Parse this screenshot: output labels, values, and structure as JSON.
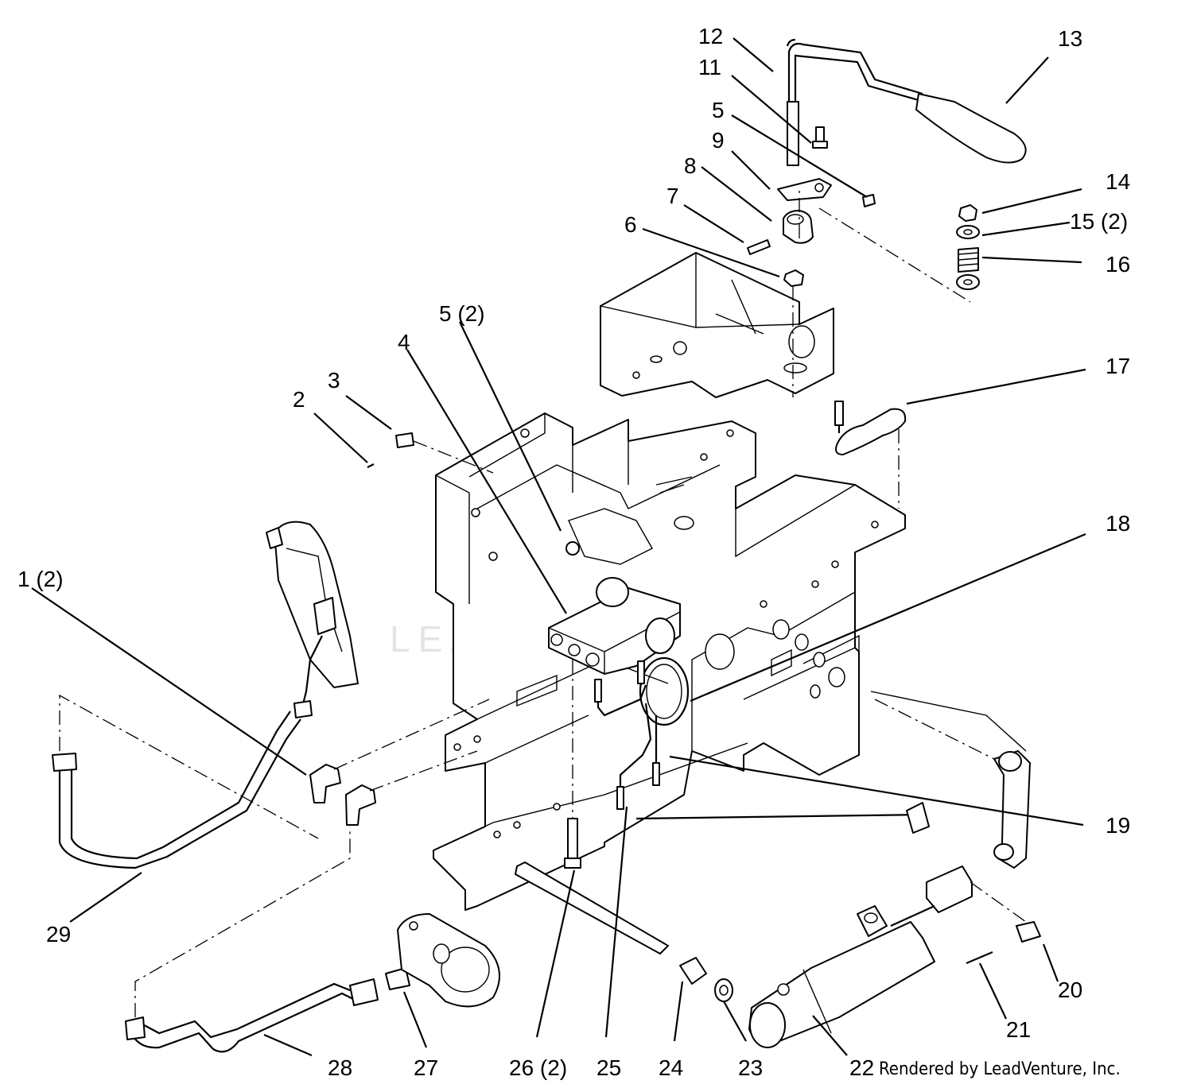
{
  "diagram": {
    "callouts": [
      {
        "key": "c12",
        "label": "12"
      },
      {
        "key": "c13",
        "label": "13"
      },
      {
        "key": "c11",
        "label": "11"
      },
      {
        "key": "c5a",
        "label": "5"
      },
      {
        "key": "c9",
        "label": "9"
      },
      {
        "key": "c8",
        "label": "8"
      },
      {
        "key": "c7",
        "label": "7"
      },
      {
        "key": "c6",
        "label": "6"
      },
      {
        "key": "c14",
        "label": "14"
      },
      {
        "key": "c15",
        "label": "15 (2)"
      },
      {
        "key": "c16",
        "label": "16"
      },
      {
        "key": "c17",
        "label": "17"
      },
      {
        "key": "c5b",
        "label": "5 (2)"
      },
      {
        "key": "c4",
        "label": "4"
      },
      {
        "key": "c3",
        "label": "3"
      },
      {
        "key": "c2",
        "label": "2"
      },
      {
        "key": "c18",
        "label": "18"
      },
      {
        "key": "c1",
        "label": "1 (2)"
      },
      {
        "key": "c19",
        "label": "19"
      },
      {
        "key": "c29",
        "label": "29"
      },
      {
        "key": "c20",
        "label": "20"
      },
      {
        "key": "c21",
        "label": "21"
      },
      {
        "key": "c28",
        "label": "28"
      },
      {
        "key": "c27",
        "label": "27"
      },
      {
        "key": "c26",
        "label": "26 (2)"
      },
      {
        "key": "c25",
        "label": "25"
      },
      {
        "key": "c24",
        "label": "24"
      },
      {
        "key": "c23",
        "label": "23"
      },
      {
        "key": "c22",
        "label": "22"
      }
    ],
    "credit": "Rendered by LeadVenture, Inc.",
    "watermark": "LEADVENTURE"
  }
}
